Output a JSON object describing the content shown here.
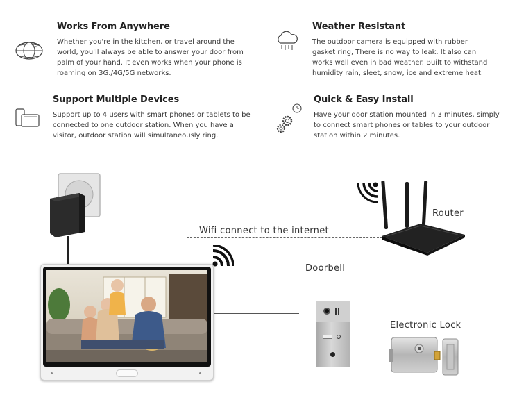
{
  "features": [
    {
      "title": "Works From Anywhere",
      "body": "Whether you're in the kitchen, or travel around the world, you'll always be able to answer your door from palm of your hand. It even works when your phone is roaming on 3G./4G/5G networks.",
      "icon": "globe-wifi-icon"
    },
    {
      "title": "Weather Resistant",
      "body": "The outdoor camera is equipped with rubber gasket ring, There is no way to leak. It also can works well even in bad weather. Built to withstand humidity rain, sleet, snow, ice and extreme heat.",
      "icon": "rain-cloud-icon"
    },
    {
      "title": "Support Multiple Devices",
      "body": "Support up to 4 users with smart phones or tablets to be connected to one outdoor station. When you have a visitor, outdoor station will simultaneously ring.",
      "icon": "phone-tablet-icon"
    },
    {
      "title": "Quick & Easy Install",
      "body": "Have your door station mounted in 3 minutes, simply to connect smart phones or tables to your outdoor station within 2 minutes.",
      "icon": "gears-clock-icon"
    }
  ],
  "diagram": {
    "wifi_label": "Wifi connect to the internet",
    "router_label": "Router",
    "doorbell_label": "Doorbell",
    "lock_label": "Electronic Lock"
  },
  "colors": {
    "monitor_frame": "#f2f2f2",
    "monitor_bezel": "#111111",
    "router": "#1a1a1a",
    "doorbell_panel": "#bdbdbd",
    "lock_body": "#c8c8c8",
    "adapter": "#2b2b2b",
    "text": "#333333"
  }
}
